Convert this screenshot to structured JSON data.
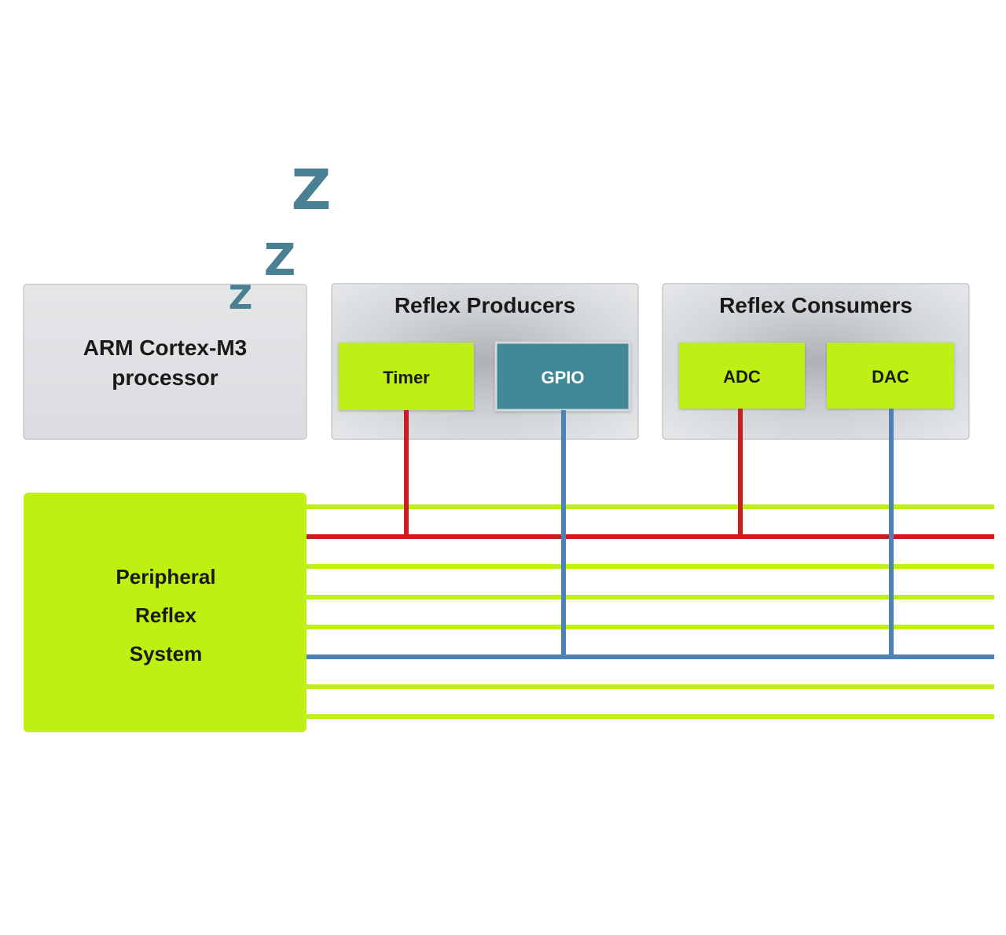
{
  "processor": {
    "line1": "ARM Cortex-M3",
    "line2": "processor"
  },
  "sleep": {
    "z1": "Z",
    "z2": "Z",
    "z3": "Z"
  },
  "producers": {
    "title": "Reflex Producers",
    "timer": "Timer",
    "gpio": "GPIO"
  },
  "consumers": {
    "title": "Reflex Consumers",
    "adc": "ADC",
    "dac": "DAC"
  },
  "prs": {
    "line1": "Peripheral",
    "line2": "Reflex",
    "line3": "System"
  },
  "colors": {
    "lime": "#bff013",
    "teal": "#3f8896",
    "red": "#c91e1e",
    "blue": "#4d82b8",
    "panel": "#dde0e3",
    "zcolor": "#4a8094"
  },
  "signals": {
    "channel_count": 8,
    "red_channel": 2,
    "blue_channel": 6,
    "red_taps": [
      "timer",
      "adc"
    ],
    "blue_taps": [
      "gpio",
      "dac"
    ]
  }
}
